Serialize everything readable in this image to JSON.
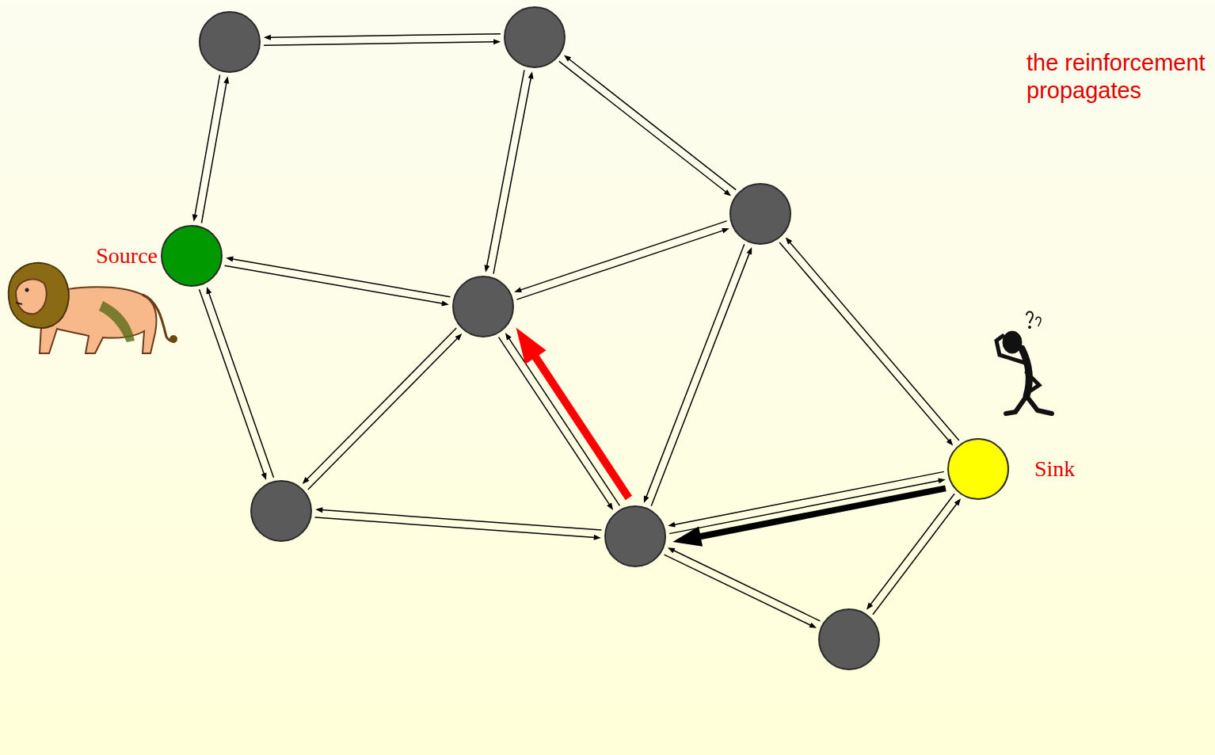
{
  "diagram": {
    "nodes": [
      {
        "text": []
      },
      {
        "text": []
      },
      {
        "text": []
      },
      {
        "text": [
          "Source"
        ]
      },
      {
        "text": []
      },
      {
        "text": [
          "Sink"
        ]
      },
      {
        "text": []
      },
      {
        "text": []
      },
      {
        "text": []
      }
    ],
    "edges": [
      {
        "from": 0,
        "to": 1,
        "arrow": "to"
      },
      {
        "from": 1,
        "to": 0,
        "arrow": "to"
      },
      {
        "from": 0,
        "to": 3,
        "arrow": "to"
      },
      {
        "from": 3,
        "to": 0,
        "arrow": "to"
      },
      {
        "from": 1,
        "to": 4,
        "arrow": "to"
      },
      {
        "from": 4,
        "to": 1,
        "arrow": "to"
      },
      {
        "from": 1,
        "to": 2,
        "arrow": "to"
      },
      {
        "from": 2,
        "to": 1,
        "arrow": "to"
      },
      {
        "from": 3,
        "to": 4,
        "arrow": "to"
      },
      {
        "from": 4,
        "to": 3,
        "arrow": "to"
      },
      {
        "from": 3,
        "to": 6,
        "arrow": "to"
      },
      {
        "from": 6,
        "to": 3,
        "arrow": "to"
      },
      {
        "from": 4,
        "to": 2,
        "arrow": "to"
      },
      {
        "from": 2,
        "to": 4,
        "arrow": "to"
      },
      {
        "from": 4,
        "to": 6,
        "arrow": "to"
      },
      {
        "from": 6,
        "to": 4,
        "arrow": "to"
      },
      {
        "from": 4,
        "to": 7,
        "arrow": "to"
      },
      {
        "from": 7,
        "to": 4,
        "arrow": "to"
      },
      {
        "from": 2,
        "to": 7,
        "arrow": "to"
      },
      {
        "from": 7,
        "to": 2,
        "arrow": "to"
      },
      {
        "from": 2,
        "to": 5,
        "arrow": "to"
      },
      {
        "from": 5,
        "to": 2,
        "arrow": "to"
      },
      {
        "from": 6,
        "to": 7,
        "arrow": "to"
      },
      {
        "from": 7,
        "to": 6,
        "arrow": "to"
      },
      {
        "from": 7,
        "to": 5,
        "arrow": "to"
      },
      {
        "from": 5,
        "to": 7,
        "arrow": "to"
      },
      {
        "from": 7,
        "to": 8,
        "arrow": "to"
      },
      {
        "from": 8,
        "to": 7,
        "arrow": "to"
      },
      {
        "from": 5,
        "to": 8,
        "arrow": "to"
      },
      {
        "from": 8,
        "to": 5,
        "arrow": "to"
      },
      {
        "from": 7,
        "to": 4,
        "arrow": "to"
      },
      {
        "from": 5,
        "to": 7,
        "arrow": "to"
      }
    ],
    "labels": [
      "the reinforcement propagates"
    ]
  }
}
